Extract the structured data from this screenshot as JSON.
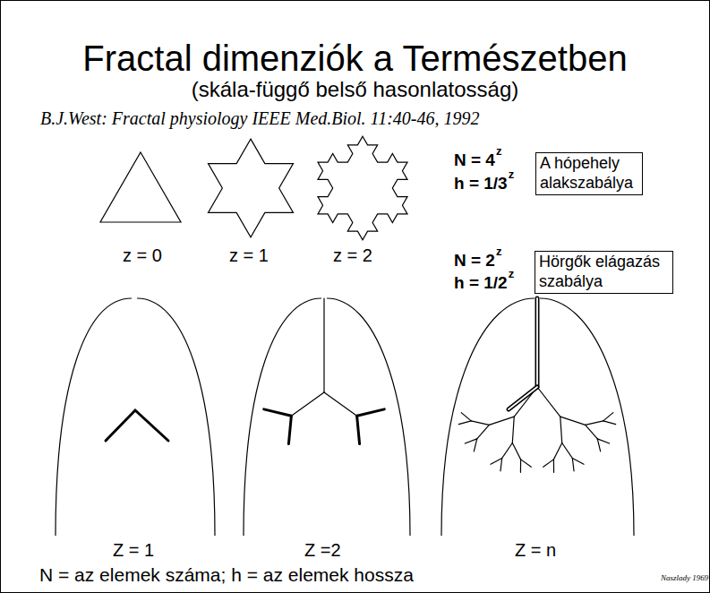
{
  "diagram": {
    "title": "Fractal dimenziók a Természetben",
    "nodes": [
      {
        "text": [
          "A hópehely alakszabálya"
        ]
      },
      {
        "text": [
          "Hörgők elágazás szabálya"
        ]
      }
    ],
    "labels": [
      "(skála-függő belső hasonlatosság)",
      "B.J.West: Fractal physiology IEEE Med.Biol. 11:40-46, 1992",
      "z = 0",
      "z = 1",
      "z = 2",
      "N = 4",
      "z",
      "h = 1/3",
      "z",
      "N = 2",
      "z",
      "h = 1/2",
      "z",
      "Z = 1",
      "Z =2",
      "Z = n",
      "N = az elemek száma; h = az elemek hossza",
      "Naszlady 1969"
    ]
  }
}
